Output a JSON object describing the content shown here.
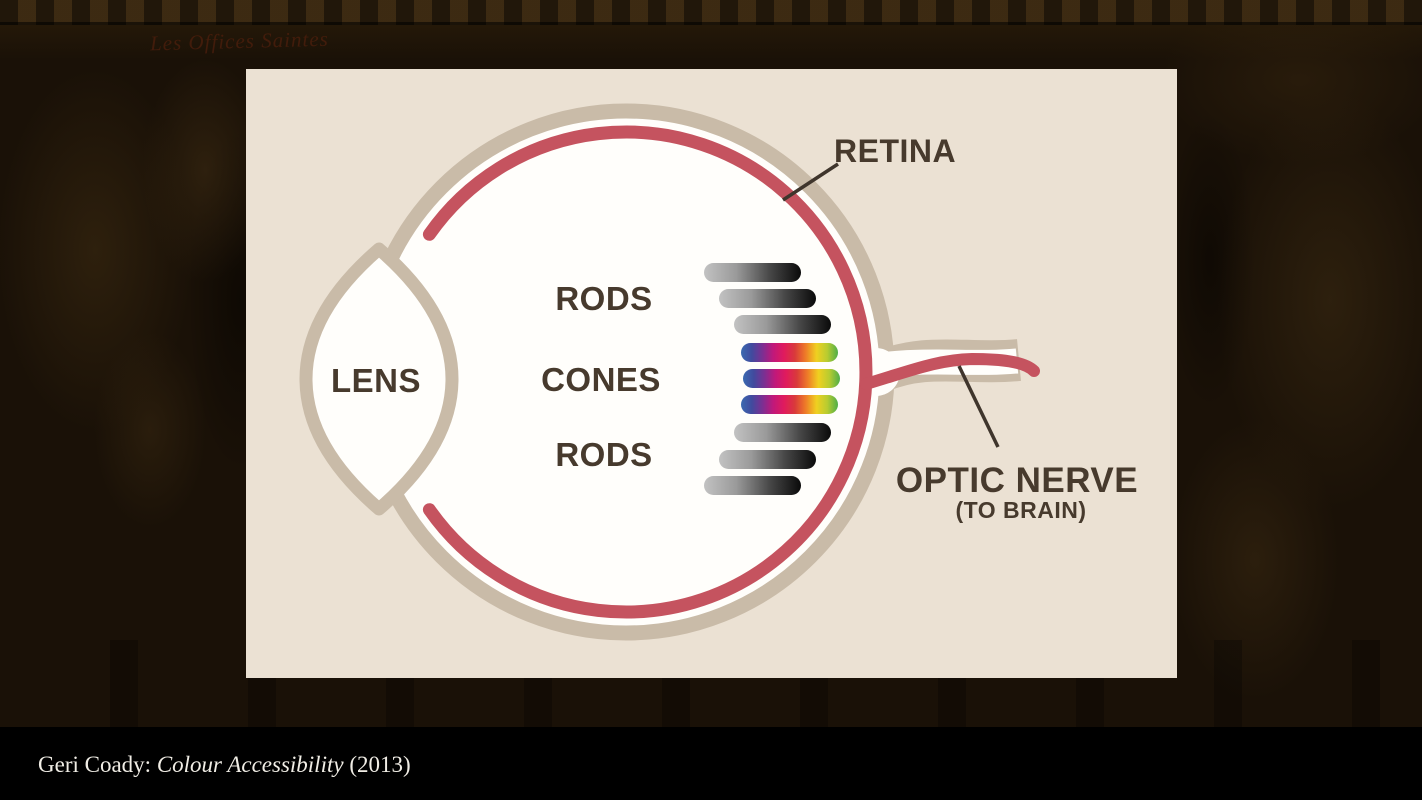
{
  "slide": {
    "background": {
      "script_text": "Les Offices Saintes",
      "base_color": "#1a1107",
      "bottom_bar_color": "#000000"
    },
    "caption": {
      "author": "Geri Coady: ",
      "title": "Colour Accessibility",
      "year": " (2013)",
      "text_color": "#f0ede5"
    }
  },
  "diagram": {
    "panel_bg": "#ebe1d3",
    "eye": {
      "fill": "#fffefb",
      "outline_color": "#c9bba8",
      "retina_color": "#c5535f",
      "pointer_color": "#3f352c"
    },
    "labels": {
      "lens": "LENS",
      "rods_top": "RODS",
      "cones": "CONES",
      "rods_bottom": "RODS",
      "retina": "RETINA",
      "optic_nerve": "OPTIC NERVE",
      "optic_nerve_sub": "(TO BRAIN)",
      "text_color": "#473a2d"
    },
    "bars": [
      {
        "type": "rod"
      },
      {
        "type": "rod"
      },
      {
        "type": "rod"
      },
      {
        "type": "cone"
      },
      {
        "type": "cone"
      },
      {
        "type": "cone"
      },
      {
        "type": "rod"
      },
      {
        "type": "rod"
      },
      {
        "type": "rod"
      }
    ],
    "rod_gradient": [
      "#c2c2c2",
      "#9a9a9a",
      "#4a4a4a",
      "#0a0a0a"
    ],
    "cone_gradient": [
      "#3a6ab0",
      "#414a9e",
      "#7c2f92",
      "#c1187a",
      "#e01b5d",
      "#d93a3a",
      "#ee7c28",
      "#f0d020",
      "#b8cc30",
      "#4fae48"
    ]
  }
}
